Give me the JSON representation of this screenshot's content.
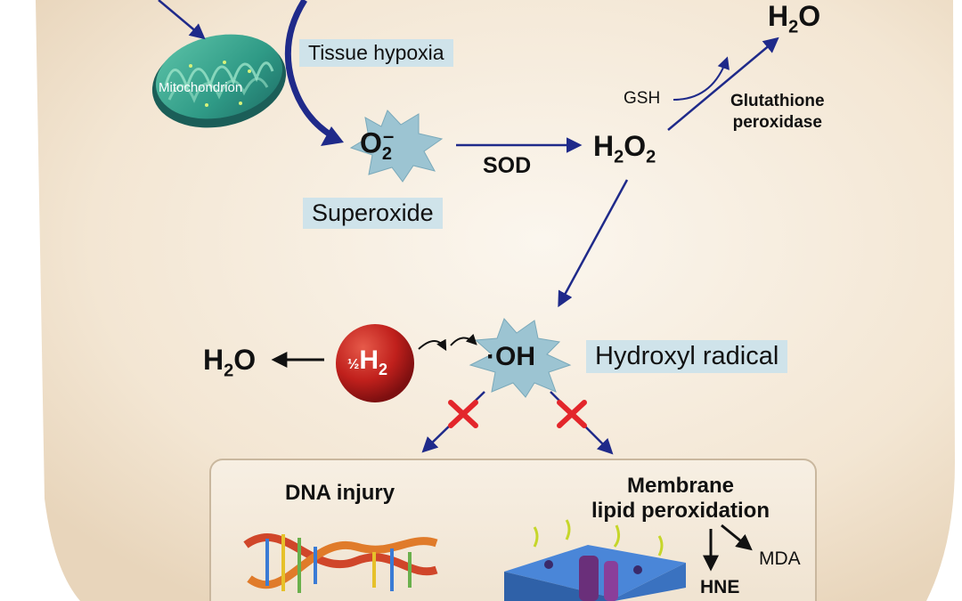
{
  "labels": {
    "mitochondrion": "Mitochondrion",
    "tissue_hypoxia": "Tissue hypoxia",
    "superoxide_formula": "O",
    "superoxide_sub": "2",
    "superoxide_sup": "–",
    "superoxide": "Superoxide",
    "sod": "SOD",
    "h2o2_h": "H",
    "h2o2_sub1": "2",
    "h2o2_o": "O",
    "h2o2_sub2": "2",
    "gsh": "GSH",
    "glutathione_peroxidase_line1": "Glutathione",
    "glutathione_peroxidase_line2": "peroxidase",
    "water_top_h": "H",
    "water_top_sub": "2",
    "water_top_o": "O",
    "hydroxyl_formula": "·OH",
    "hydroxyl_radical": "Hydroxyl radical",
    "half_h2_frac": "½",
    "half_h2_h": "H",
    "half_h2_sub": "2",
    "water_left_h": "H",
    "water_left_sub": "2",
    "water_left_o": "O",
    "dna_injury": "DNA injury",
    "membrane_line1": "Membrane",
    "membrane_line2": "lipid peroxidation",
    "mda": "MDA",
    "hne": "HNE"
  },
  "colors": {
    "arrow_blue": "#1f2a8a",
    "label_box": "#cfe3ea",
    "star_fill": "#9cc4d2",
    "hydrogen_red": "#c0201c",
    "block_cross": "#e3262b",
    "mitochondrion_green": "#2f9a86",
    "cell_background": "#f3e7d6"
  },
  "icons": {
    "mitochondrion": "mitochondrion-organelle",
    "dna": "dna-double-helix",
    "membrane": "lipid-bilayer-membrane"
  }
}
